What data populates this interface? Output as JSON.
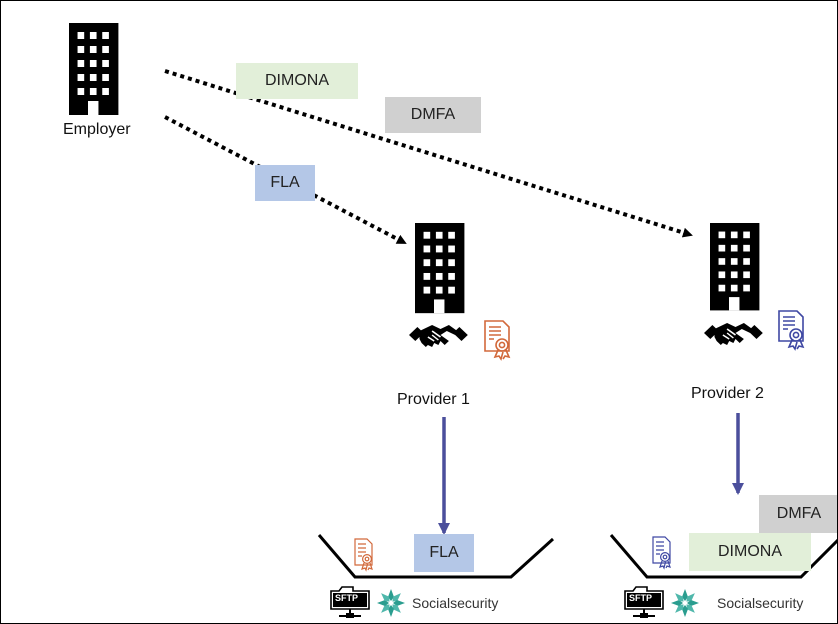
{
  "nodes": {
    "employer": {
      "label": "Employer"
    },
    "provider1": {
      "label": "Provider 1"
    },
    "provider2": {
      "label": "Provider 2"
    }
  },
  "tags": {
    "dimona_top": "DIMONA",
    "dmfa_top": "DMFA",
    "fla_top": "FLA",
    "fla_bottom": "FLA",
    "dmfa_bottom": "DMFA",
    "dimona_bottom": "DIMONA"
  },
  "sinks": {
    "left": {
      "sftp": "SFTP",
      "brand": "Socialsecurity"
    },
    "right": {
      "sftp": "SFTP",
      "brand": "Socialsecurity"
    }
  },
  "colors": {
    "dimona": "#e2efd9",
    "dmfa": "#d0d0d0",
    "fla": "#b4c7e7",
    "blue_arrow": "#4b4f9c",
    "cert_orange": "#d2693b",
    "cert_blue": "#3f48a3",
    "gear_teal": "#4fb7ab"
  }
}
